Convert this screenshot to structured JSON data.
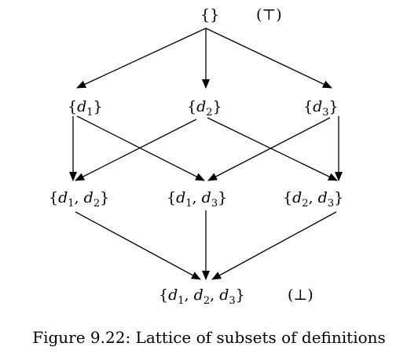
{
  "nodes": {
    "top": {
      "set": "{}",
      "marker": "(⊤)"
    },
    "d1": {
      "open": "{",
      "items": [
        {
          "var": "d",
          "sub": "1"
        }
      ],
      "close": "}"
    },
    "d2": {
      "open": "{",
      "items": [
        {
          "var": "d",
          "sub": "2"
        }
      ],
      "close": "}"
    },
    "d3": {
      "open": "{",
      "items": [
        {
          "var": "d",
          "sub": "3"
        }
      ],
      "close": "}"
    },
    "d1d2": {
      "open": "{",
      "items": [
        {
          "var": "d",
          "sub": "1"
        },
        {
          "var": "d",
          "sub": "2"
        }
      ],
      "close": "}"
    },
    "d1d3": {
      "open": "{",
      "items": [
        {
          "var": "d",
          "sub": "1"
        },
        {
          "var": "d",
          "sub": "3"
        }
      ],
      "close": "}"
    },
    "d2d3": {
      "open": "{",
      "items": [
        {
          "var": "d",
          "sub": "2"
        },
        {
          "var": "d",
          "sub": "3"
        }
      ],
      "close": "}"
    },
    "bottom": {
      "open": "{",
      "items": [
        {
          "var": "d",
          "sub": "1"
        },
        {
          "var": "d",
          "sub": "2"
        },
        {
          "var": "d",
          "sub": "3"
        }
      ],
      "close": "}",
      "marker": "(⊥)"
    }
  },
  "edges": [
    [
      "top",
      "d1"
    ],
    [
      "top",
      "d2"
    ],
    [
      "top",
      "d3"
    ],
    [
      "d1",
      "d1d2"
    ],
    [
      "d1",
      "d1d3"
    ],
    [
      "d2",
      "d1d2"
    ],
    [
      "d2",
      "d2d3"
    ],
    [
      "d3",
      "d1d3"
    ],
    [
      "d3",
      "d2d3"
    ],
    [
      "d1d2",
      "bottom"
    ],
    [
      "d1d3",
      "bottom"
    ],
    [
      "d2d3",
      "bottom"
    ]
  ],
  "caption": "Figure 9.22: Lattice of subsets of definitions"
}
